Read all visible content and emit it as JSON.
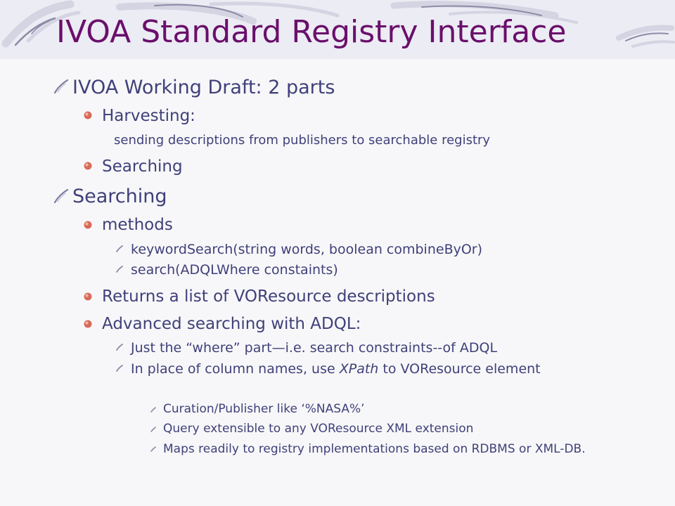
{
  "slide": {
    "title": "IVOA Standard Registry Interface",
    "colors": {
      "title": "#6a0f6b",
      "text": "#40407a",
      "background": "#f7f7f9",
      "title_band": "#ececf4",
      "bullet": "#d86a58"
    },
    "bullet_icons": [
      "quill-stroke-icon",
      "round-dot-icon"
    ],
    "items": [
      {
        "text": "IVOA Working Draft: 2 parts"
      },
      {
        "text": "Harvesting:"
      },
      {
        "text": "sending descriptions from publishers to searchable registry"
      },
      {
        "text": "Searching"
      },
      {
        "text": "Searching"
      },
      {
        "text": "methods"
      },
      {
        "text": "keywordSearch(string words, boolean combineByOr)"
      },
      {
        "text": "search(ADQLWhere constaints)"
      },
      {
        "text": "Returns a list of VOResource descriptions"
      },
      {
        "text": "Advanced searching with ADQL:"
      },
      {
        "text": "Just the “where” part—i.e. search constraints--of ADQL"
      },
      {
        "text_before": "In place of column names, use ",
        "text_emph": "XPath",
        "text_after": " to VOResource element"
      },
      {
        "text": "Curation/Publisher like ‘%NASA%’"
      },
      {
        "text": "Query extensible to any VOResource XML extension"
      },
      {
        "text": "Maps readily to registry implementations based on RDBMS or XML-DB."
      }
    ]
  }
}
